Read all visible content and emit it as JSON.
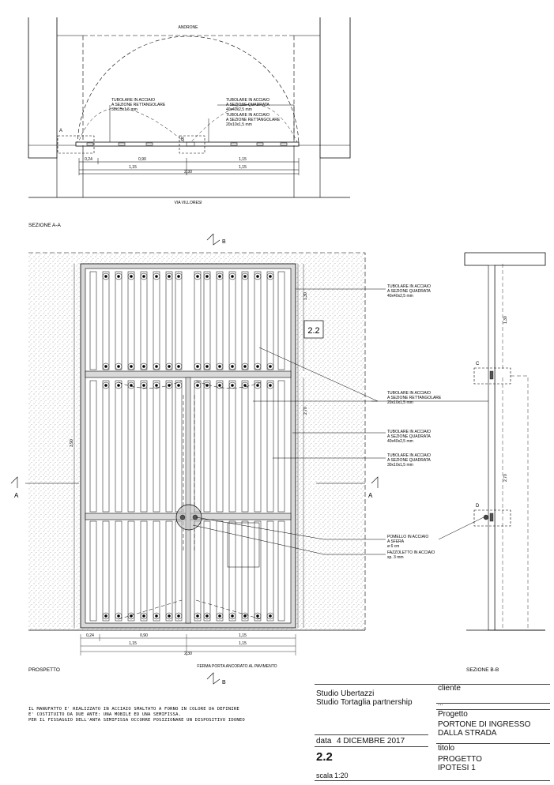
{
  "plan": {
    "top_label": "ANDRONE",
    "bottom_label": "VIA VILLORESI",
    "title": "SEZIONE A-A",
    "callout_left": [
      "TUBOLARE IN ACCIAIO",
      "A SEZIONE RETTANGOLARE",
      "30x15x1,5 mm"
    ],
    "callout_right_1": [
      "TUBOLARE IN ACCIAIO",
      "A SEZIONE QUADRATA",
      "40x40x2,5 mm"
    ],
    "callout_right_2": [
      "TUBOLARE IN ACCIAIO",
      "A SEZIONE RETTANGOLARE",
      "20x10x1,5 mm"
    ],
    "marker_a": "A",
    "marker_b": "B",
    "dims_row1": [
      "0,24",
      "0,90",
      "1,15"
    ],
    "dims_row2": [
      "1,15",
      "1,15"
    ],
    "dims_total": "2,30"
  },
  "elevation": {
    "title": "PROSPETTO",
    "section_mark": "A",
    "section_b_mark": "B",
    "box_label": "2.2",
    "dim_top": "1,30",
    "dim_mid": "2,70",
    "dim_overall": "3,90",
    "dims_row1": [
      "0,24",
      "0,90",
      "1,15"
    ],
    "dims_row2": [
      "1,15",
      "1,15"
    ],
    "dims_total": "2,30",
    "floor_note": "FERMA PORTA ANCORATO AL PAVIMENTO",
    "callouts": [
      [
        "TUBOLARE IN ACCIAIO",
        "A SEZIONE QUADRATA",
        "40x40x2,5 mm"
      ],
      [
        "TUBOLARE IN ACCIAIO",
        "A SEZIONE RETTANGOLARE",
        "20x10x1,5 mm"
      ],
      [
        "TUBOLARE IN ACCIAIO",
        "A SEZIONE QUADRATA",
        "40x40x2,5 mm"
      ],
      [
        "TUBOLARE IN ACCIAIO",
        "A SEZIONE QUADRATA",
        "30x10x1,5 mm"
      ],
      [
        "POMELLO IN ACCIAIO",
        "A SFERA",
        "ø 6 cm"
      ],
      [
        "FAZZOLETTO IN ACCIAIO",
        "sp. 3 mm"
      ]
    ]
  },
  "section_bb": {
    "title": "SEZIONE B-B",
    "dim_top": "1,30",
    "dim_bottom": "2,70",
    "marker_c": "C",
    "marker_d": "D"
  },
  "notes": [
    "IL MANUFATTO E' REALIZZATO IN ACCIAIO SMALTATO A FORNO IN COLORE DA DEFINIRE",
    "E' COSTITUITO DA DUE ANTE: UNA MOBILE ED UNA SEMIFISSA.",
    "PER IL FISSAGGIO DELL'ANTA SEMIFISSA OCCORRE POSIZIONARE UN DISPOSITIVO IDONEO"
  ],
  "title_block": {
    "studio_1": "Studio Ubertazzi",
    "studio_2": "Studio Tortaglia partnership",
    "cliente_label": "cliente",
    "cliente_value": "...",
    "progetto_label": "Progetto",
    "progetto_1": "PORTONE DI INGRESSO",
    "progetto_2": "DALLA STRADA",
    "data_label": "data",
    "data_value": "4 DICEMBRE 2017",
    "sheet": "2.2",
    "titolo_label": "titolo",
    "titolo_1": "PROGETTO",
    "titolo_2": "IPOTESI 1",
    "scala_label": "scala",
    "scala_value": "1:20"
  }
}
